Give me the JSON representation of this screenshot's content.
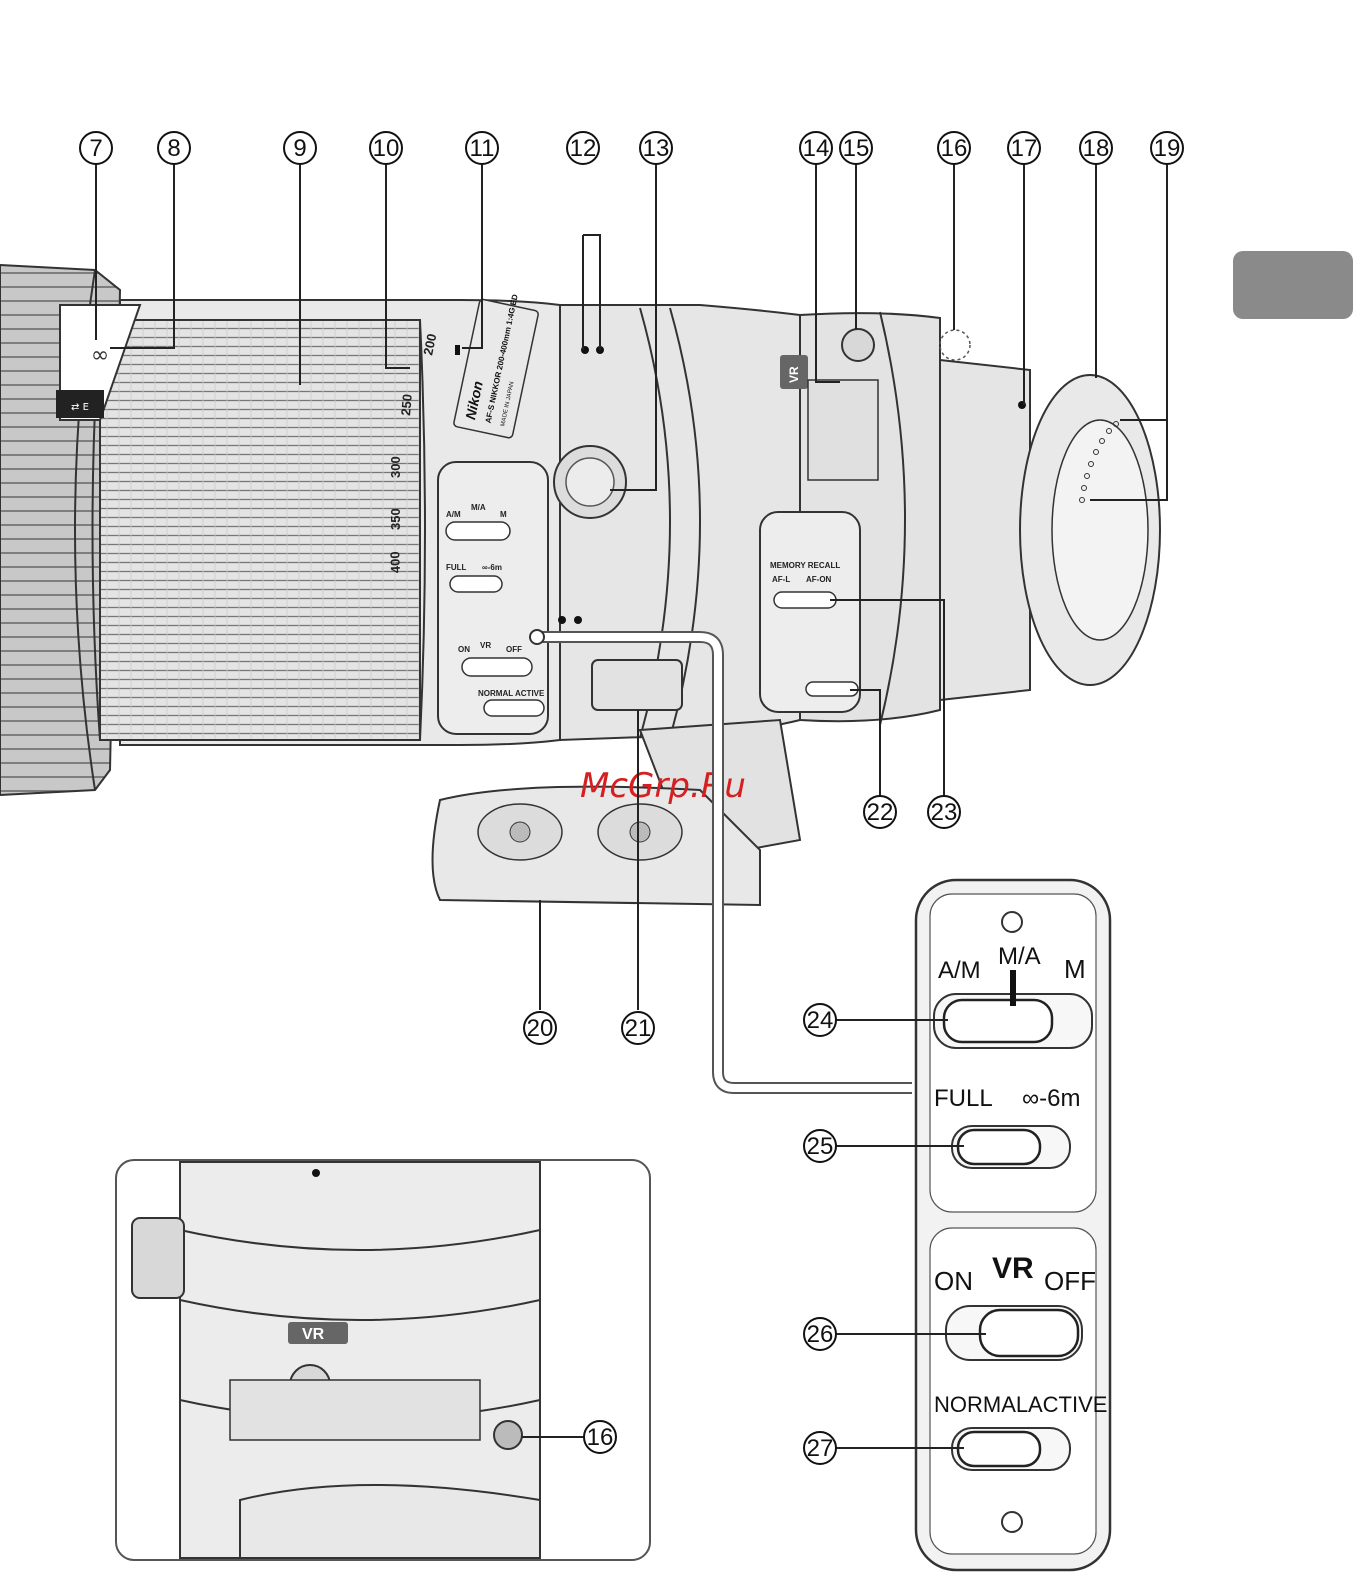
{
  "callouts": [
    "7",
    "8",
    "9",
    "10",
    "11",
    "12",
    "13",
    "14",
    "15",
    "16",
    "17",
    "18",
    "19",
    "20",
    "21",
    "22",
    "23",
    "24",
    "25",
    "26",
    "27"
  ],
  "focal_scale": [
    "200",
    "250",
    "300",
    "350",
    "400"
  ],
  "brand": {
    "name": "Nikon",
    "model": "AF-S NIKKOR 200-400mm 1:4G ED",
    "origin": "MADE IN JAPAN"
  },
  "vr_badge": "VR",
  "distance_window": {
    "infinity": "∞",
    "marks": "⇄ E"
  },
  "focus_mode": {
    "left": "A/M",
    "center": "M/A",
    "right": "M"
  },
  "focus_limit": {
    "left": "FULL",
    "right": "∞-6m"
  },
  "vr_switch": {
    "title": "VR",
    "left": "ON",
    "right": "OFF"
  },
  "vr_mode": {
    "left": "NORMAL",
    "right": "ACTIVE"
  },
  "memory_recall": {
    "title": "MEMORY RECALL",
    "left": "AF-L",
    "right": "AF-ON"
  },
  "watermark": "McGrp.Ru"
}
